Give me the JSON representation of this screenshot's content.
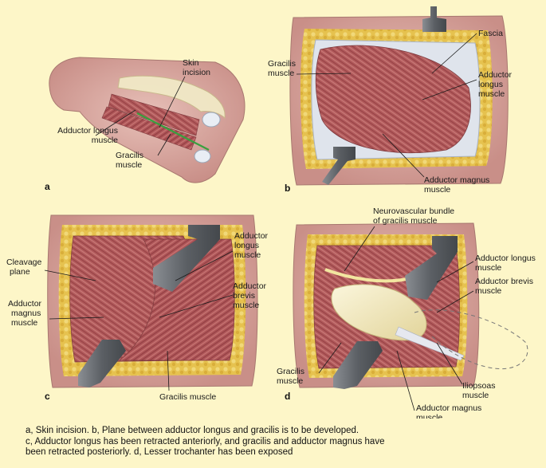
{
  "panels": {
    "a": {
      "id": "a",
      "labels": {
        "skin_incision": [
          "Skin",
          "incision"
        ],
        "adductor_longus": [
          "Adductor longus",
          "muscle"
        ],
        "gracilis": [
          "Gracilis",
          "muscle"
        ]
      }
    },
    "b": {
      "id": "b",
      "labels": {
        "gracilis": [
          "Gracilis",
          "muscle"
        ],
        "fascia": [
          "Fascia"
        ],
        "adductor_longus": [
          "Adductor",
          "longus",
          "muscle"
        ],
        "adductor_magnus": [
          "Adductor magnus",
          "muscle"
        ]
      }
    },
    "c": {
      "id": "c",
      "labels": {
        "cleavage_plane": [
          "Cleavage",
          "plane"
        ],
        "adductor_magnus": [
          "Adductor",
          "magnus",
          "muscle"
        ],
        "adductor_longus": [
          "Adductor",
          "longus",
          "muscle"
        ],
        "adductor_brevis": [
          "Adductor",
          "brevis",
          "muscle"
        ],
        "gracilis": [
          "Gracilis muscle"
        ]
      }
    },
    "d": {
      "id": "d",
      "labels": {
        "neurovascular": [
          "Neurovascular bundle",
          "of gracilis muscle"
        ],
        "adductor_longus": [
          "Adductor longus",
          "muscle"
        ],
        "adductor_brevis": [
          "Adductor brevis",
          "muscle"
        ],
        "gracilis": [
          "Gracilis",
          "muscle"
        ],
        "iliopsoas": [
          "Iliopsoas",
          "muscle"
        ],
        "adductor_magnus": [
          "Adductor magnus",
          "muscle"
        ]
      }
    }
  },
  "caption": [
    "a, Skin incision. b, Plane between adductor longus and gracilis is to be developed.",
    "c, Adductor longus has been retracted anteriorly, and gracilis and adductor magnus have",
    "been retracted posteriorly. d, Lesser trochanter has been exposed"
  ],
  "colors": {
    "background": "#fdf6c8",
    "skin": "#d9aba4",
    "fat": "#e8c65a",
    "muscle": "#b2575a",
    "fascia": "#dfe3ea",
    "retractor": "#6b6f74",
    "bone": "#f3ecc4",
    "incision": "#3aa040"
  }
}
